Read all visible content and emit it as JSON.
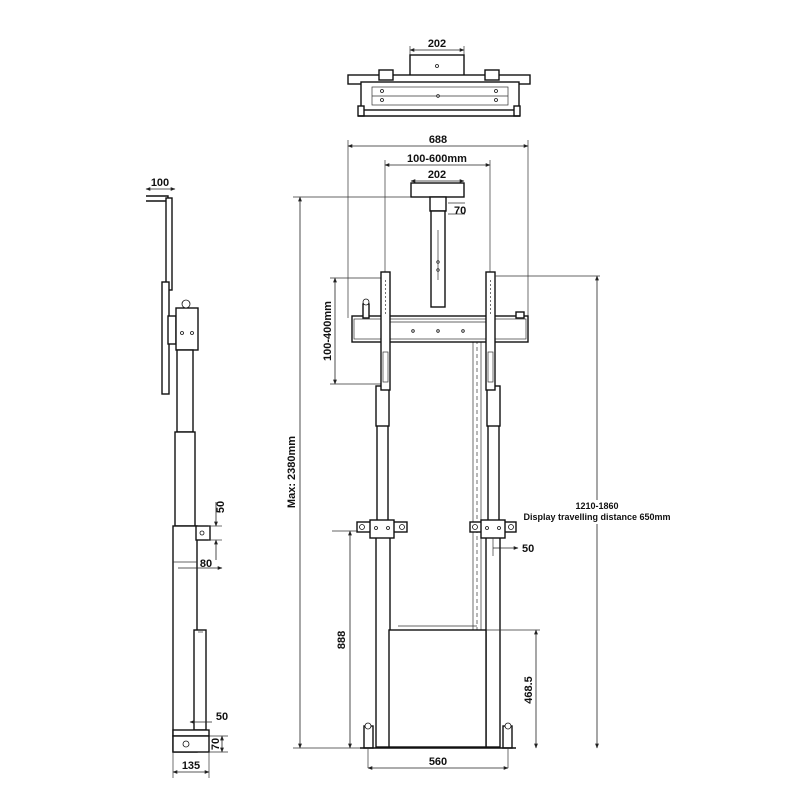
{
  "top_view": {
    "width_label": "202"
  },
  "front_view": {
    "overall_width": "688",
    "vesa_horizontal": "100-600mm",
    "head_width": "202",
    "head_height": "70",
    "vesa_vertical": "100-400mm",
    "max_height": "Max: 2380mm",
    "height_range": "1210-1860",
    "travel_note": "Display travelling distance 650mm",
    "clamp_offset": "50",
    "base_height": "888",
    "box_height": "468.5",
    "base_width": "560"
  },
  "side_view": {
    "top_arm": "100",
    "clamp_height": "50",
    "column_depth": "80",
    "lower_gap": "50",
    "foot_height": "70",
    "foot_width": "135"
  }
}
